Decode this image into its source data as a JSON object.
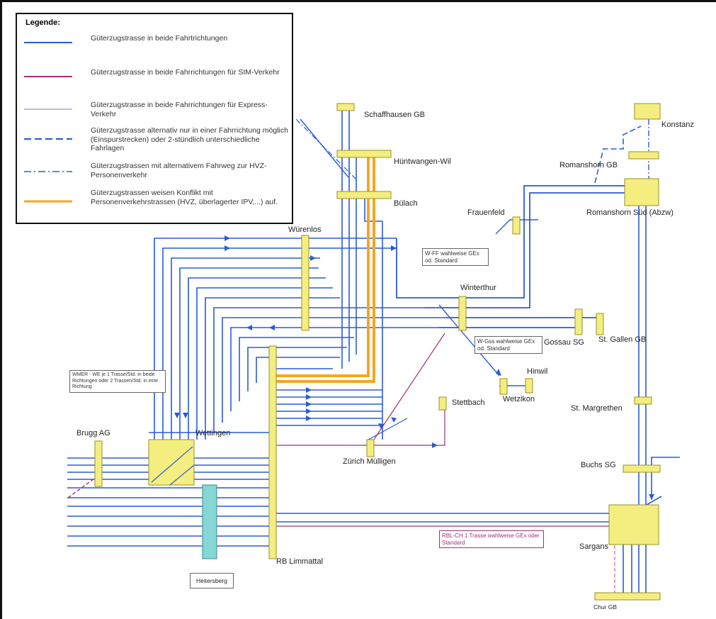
{
  "legend": {
    "title": "Legende:",
    "items": [
      {
        "text": "Güterzugstrasse in beide Fahrtrichtungen",
        "color": "#2a5bd7",
        "style": "solid"
      },
      {
        "text": "Güterzugstrasse in beide Fahrrichtungen für SIM-Verkehr",
        "color": "#a0307a",
        "style": "solid"
      },
      {
        "text": "Güterzugstrasse in beide Fahrrichtungen für Express-Verkehr",
        "color": "#b088d0",
        "style": "solid-thin"
      },
      {
        "text": "Güterzugstrasse alternativ nur in einer Fahrrichtung möglich (Einspurstrecken) oder 2-stündlich unterschiedliche Fahrlagen",
        "color": "#2a5bd7",
        "style": "dashed"
      },
      {
        "text": "Güterzugstrassen mit alternativem Fahrweg zur HVZ-Personenverkehr",
        "color": "#2a5bd7",
        "style": "dashdot"
      },
      {
        "text": "Güterzugstrassen weisen Konflikt mit Personenverkehrstrassen (HVZ, überlagerter IPV,...) auf.",
        "color": "#f5a623",
        "style": "thick"
      }
    ]
  },
  "stations": {
    "schaffhausen": "Schaffhausen GB",
    "huentwangen": "Hüntwangen-Wil",
    "buelach": "Bülach",
    "konstanz": "Konstanz",
    "romanshorn_gb": "Romanshorn GB",
    "romanshorn_sued": "Romanshorn Süd (Abzw)",
    "frauenfeld": "Frauenfeld",
    "wuerenlos": "Würenlos",
    "winterthur": "Winterthur",
    "gossau": "Gossau SG",
    "st_gallen": "St. Gallen GB",
    "hinwil": "Hinwil",
    "wetzikon": "Wetzikon",
    "stettbach": "Stettbach",
    "st_margrethen": "St. Margrethen",
    "brugg": "Brugg AG",
    "wettingen": "Wettingen",
    "zuerich_muelligen": "Zürich Mülligen",
    "buchs": "Buchs SG",
    "sargans": "Sargans",
    "rb_limmattal": "RB Limmattal",
    "heitersberg": "Heitersberg",
    "chur": "Chur GB"
  },
  "notes": {
    "w_ff": "W-FF wahlweise GEx od. Standard",
    "w_gss": "W-Gss wahlweise GEx od. Standard",
    "wmer": "WMER - WE je 1 Trasse/Std. in beide Richtungen oder 2 Trassen/Std. in eine Richtung",
    "rbl_ch": "RBL-CH 1 Trasse wahlweise GEx oder Standard"
  },
  "colors": {
    "freight_blue": "#2a5bd7",
    "sim_purple": "#a0307a",
    "express_lilac": "#b088d0",
    "conflict_orange": "#f5a623",
    "station_yellow": "#f4ee80",
    "tunnel_cyan": "#86d6d6"
  }
}
